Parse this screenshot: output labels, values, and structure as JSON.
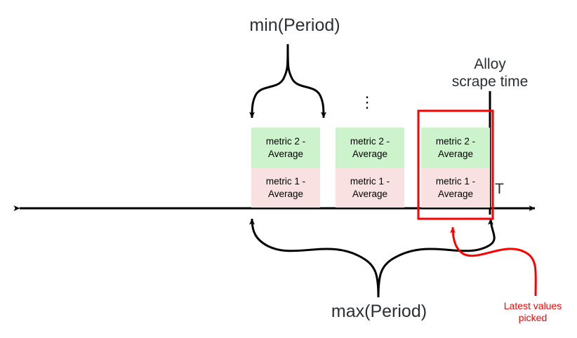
{
  "diagram": {
    "title_min": "min(Period)",
    "title_max": "max(Period)",
    "alloy_label": "Alloy\nscrape time",
    "axis_label": "T",
    "latest_label": "Latest values\npicked",
    "ellipsis": "⋮",
    "colors": {
      "metric2_fill": "#cdf3cd",
      "metric1_fill": "#fae1e1",
      "highlight_box": "#ff0000",
      "axis": "#000000",
      "text": "#2b2f33"
    },
    "blocks": [
      {
        "name": "period-block-1",
        "metric2": "metric 2 -\nAverage",
        "metric1": "metric 1 -\nAverage",
        "highlighted": false
      },
      {
        "name": "period-block-2",
        "metric2": "metric 2 -\nAverage",
        "metric1": "metric 1 -\nAverage",
        "highlighted": false
      },
      {
        "name": "period-block-3",
        "metric2": "metric 2 -\nAverage",
        "metric1": "metric 1 -\nAverage",
        "highlighted": true
      }
    ]
  }
}
